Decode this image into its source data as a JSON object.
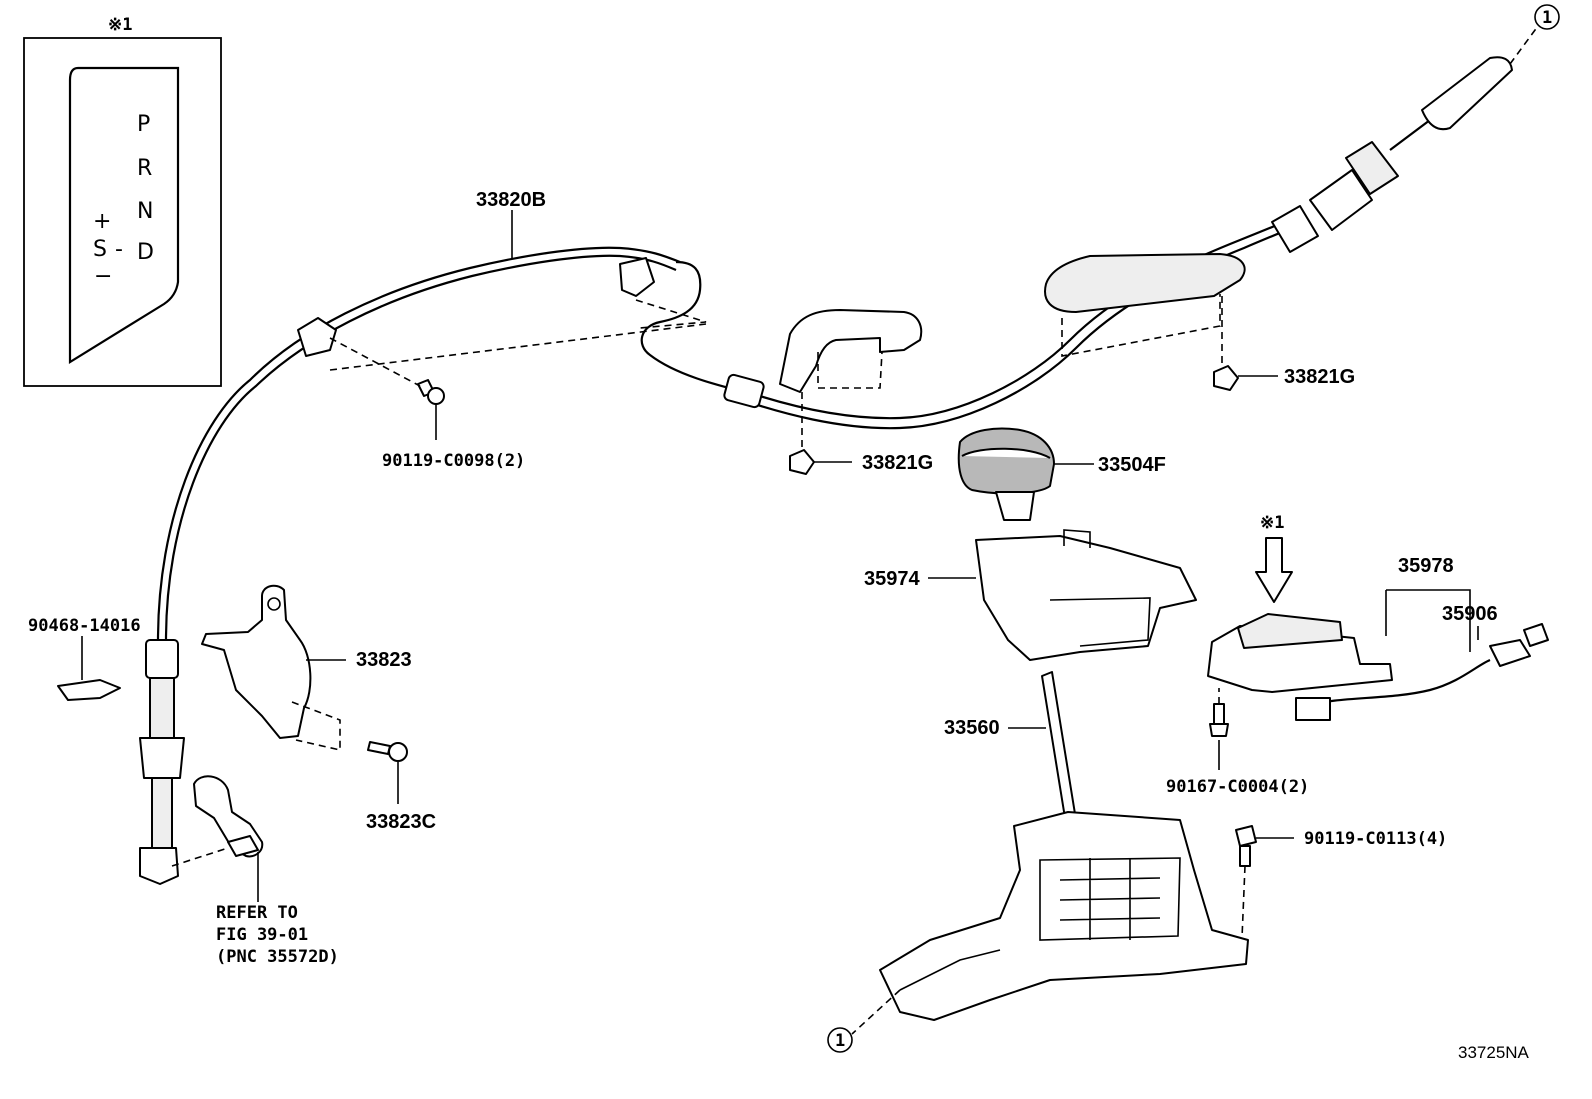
{
  "inset": {
    "note_mark": "※1",
    "gate_letters": [
      "P",
      "R",
      "N",
      "D"
    ],
    "manual_plus": "+",
    "manual_s": "S",
    "manual_dash": "-",
    "manual_minus": "−"
  },
  "labels": {
    "cable": "33820B",
    "clip_left": "90119-C0098(2)",
    "retainer_mid": "33821G",
    "retainer_right": "33821G",
    "knob": "33504F",
    "housing": "35974",
    "mark_note": "※1",
    "switch_assy": "35978",
    "wire": "35906",
    "lever": "33560",
    "screw_switch": "90167-C0004(2)",
    "bolt_base": "90119-C0113(4)",
    "pin": "90468-14016",
    "bracket": "33823",
    "bolt_bracket": "33823C",
    "refer_line1": "REFER TO",
    "refer_line2": "FIG 39-01",
    "refer_line3": "(PNC 35572D)",
    "circle_top": "1",
    "circle_bottom": "1",
    "figure_code": "33725NA"
  }
}
